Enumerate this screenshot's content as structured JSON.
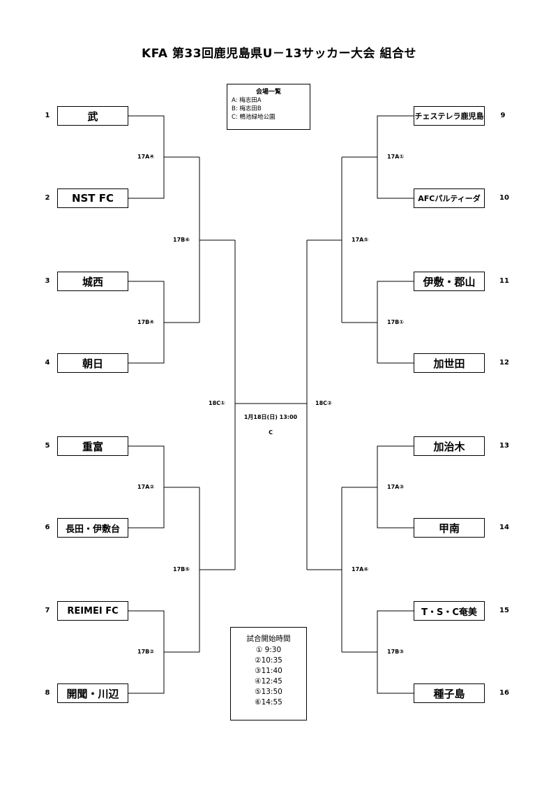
{
  "title": "KFA  第33回鹿児島県U－13サッカー大会  組合せ",
  "venues": {
    "title": "会場一覧",
    "items": [
      "A:  梅志田A",
      "B:  梅志田B",
      "C:  鴨池緑地公園"
    ]
  },
  "teams": [
    {
      "seed": "1",
      "name": "武"
    },
    {
      "seed": "2",
      "name": "NST  FC"
    },
    {
      "seed": "3",
      "name": "城西"
    },
    {
      "seed": "4",
      "name": "朝日"
    },
    {
      "seed": "5",
      "name": "重富"
    },
    {
      "seed": "6",
      "name": "長田・伊敷台"
    },
    {
      "seed": "7",
      "name": "REIMEI  FC"
    },
    {
      "seed": "8",
      "name": "開聞・川辺"
    },
    {
      "seed": "9",
      "name": "チェステレラ鹿児島"
    },
    {
      "seed": "10",
      "name": "AFCパルティーダ"
    },
    {
      "seed": "11",
      "name": "伊敷・郡山"
    },
    {
      "seed": "12",
      "name": "加世田"
    },
    {
      "seed": "13",
      "name": "加治木"
    },
    {
      "seed": "14",
      "name": "甲南"
    },
    {
      "seed": "15",
      "name": "T・S・C奄美"
    },
    {
      "seed": "16",
      "name": "種子島"
    }
  ],
  "matches": {
    "r1_1": "17A④",
    "r1_2": "17B④",
    "r1_3": "17A②",
    "r1_4": "17B②",
    "r1_5": "17A①",
    "r1_6": "17B①",
    "r1_7": "17A③",
    "r1_8": "17B③",
    "r2_1": "17B⑥",
    "r2_2": "17B⑤",
    "r2_3": "17A⑤",
    "r2_4": "17A⑥",
    "sf_left": "18C①",
    "sf_right": "18C②"
  },
  "final": {
    "date": "1月18日(日)  13:00",
    "venue": "C"
  },
  "schedule": {
    "title": "試合開始時間",
    "times": [
      "①  9:30",
      "②10:35",
      "③11:40",
      "④12:45",
      "⑤13:50",
      "⑥14:55"
    ]
  }
}
